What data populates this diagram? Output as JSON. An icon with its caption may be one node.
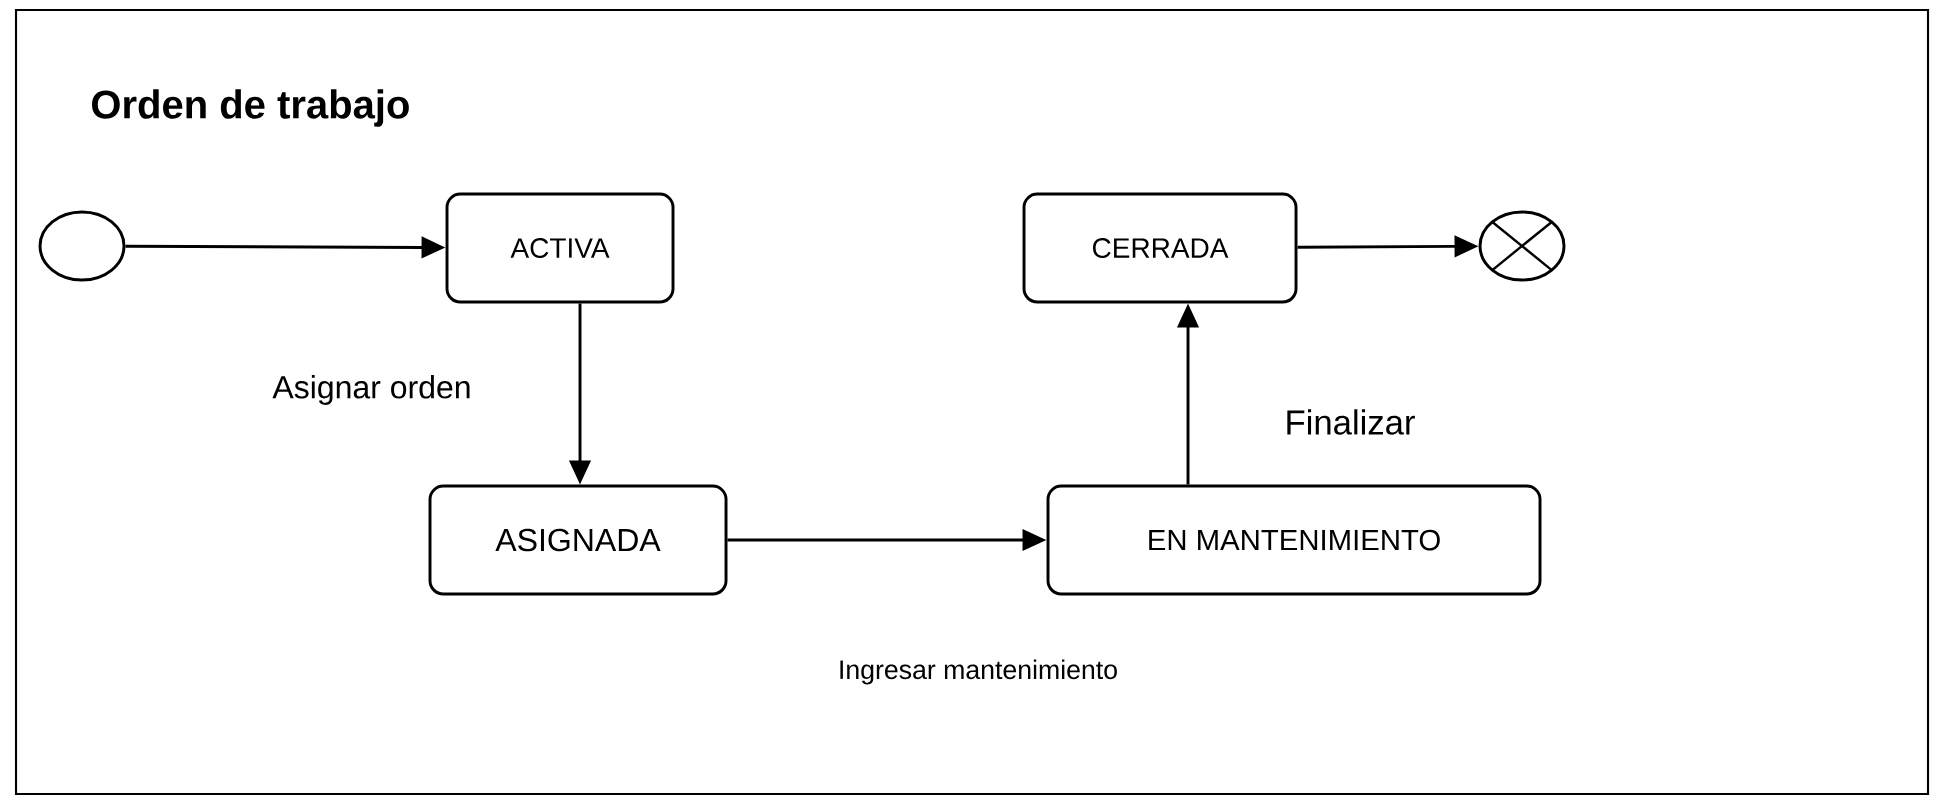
{
  "diagram": {
    "title": "Orden de trabajo",
    "nodes": [
      {
        "text": [],
        "shape": "circle"
      },
      {
        "text": [
          "ACTIVA"
        ]
      },
      {
        "text": [
          "ASIGNADA"
        ]
      },
      {
        "text": [
          "EN MANTENIMIENTO"
        ]
      },
      {
        "text": [
          "CERRADA"
        ]
      },
      {
        "text": [],
        "shape": "crossed-circle"
      }
    ],
    "edges": [
      {
        "from": 0,
        "to": 1,
        "arrow": "to"
      },
      {
        "from": 1,
        "to": 2,
        "arrow": "to",
        "label": "Asignar orden"
      },
      {
        "from": 2,
        "to": 3,
        "arrow": "to",
        "label": "Ingresar mantenimiento"
      },
      {
        "from": 3,
        "to": 4,
        "arrow": "to",
        "label": "Finalizar"
      },
      {
        "from": 4,
        "to": 5,
        "arrow": "to"
      }
    ]
  }
}
